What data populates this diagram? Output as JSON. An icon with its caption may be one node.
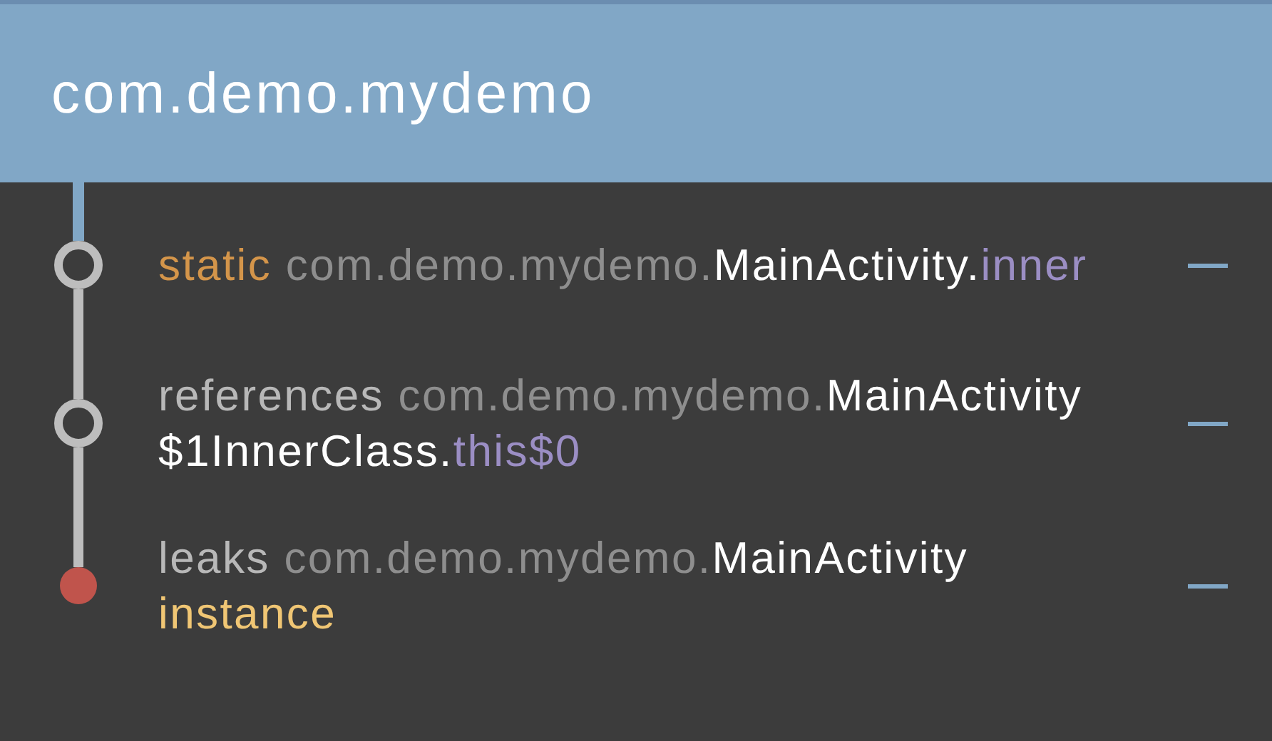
{
  "diagram": {
    "nodes": [
      {
        "text": [
          "com.demo.mydemo"
        ]
      },
      {
        "text": [],
        "shape": "circle",
        "beside": [
          "static com.demo.mydemo.MainActivity.inner"
        ]
      },
      {
        "text": [],
        "shape": "circle",
        "beside": [
          "references com.demo.mydemo.MainActivity $1InnerClass.this$0"
        ]
      },
      {
        "text": [],
        "shape": "circle",
        "beside": [
          "leaks com.demo.mydemo.MainActivity instance"
        ]
      }
    ],
    "edges": [
      {
        "from": 0,
        "to": 1,
        "arrow": "none",
        "color": "#81a7c6"
      },
      {
        "from": 1,
        "to": 2,
        "arrow": "none"
      },
      {
        "from": 2,
        "to": 3,
        "arrow": "none"
      }
    ]
  }
}
